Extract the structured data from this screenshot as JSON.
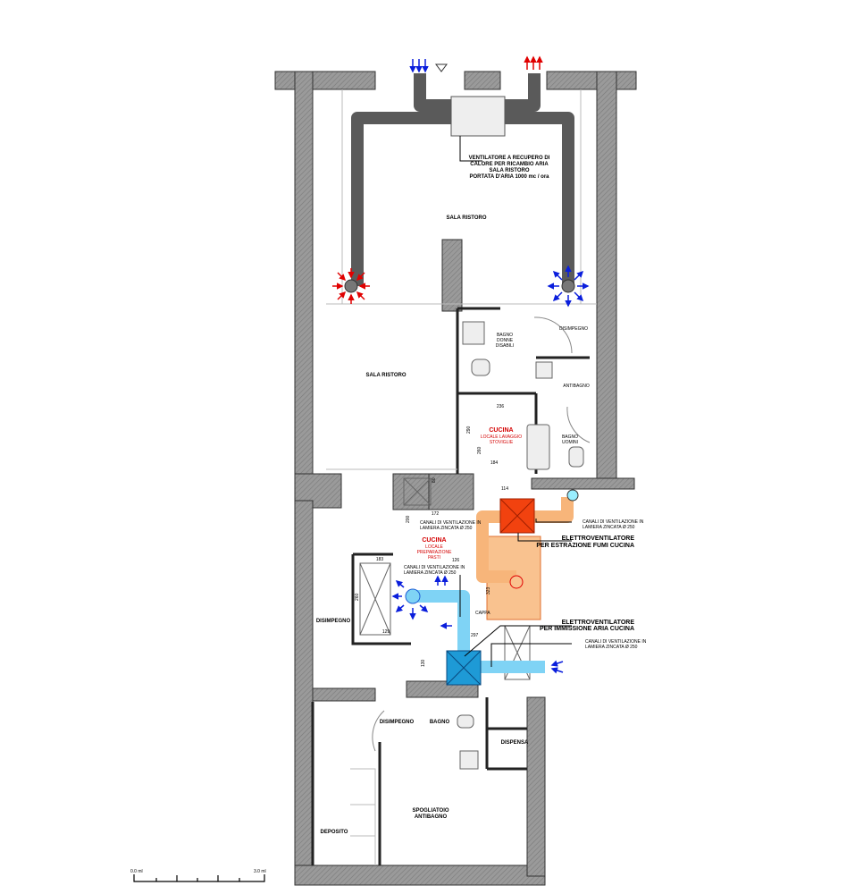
{
  "colors": {
    "wall": "#8c8c8c",
    "duct_gray": "#5a5a5a",
    "extraction_duct": "#f7b57a",
    "extraction_fan": "#f2420f",
    "supply_duct": "#7fd3f5",
    "supply_fan": "#1e9ad6",
    "arrow_blue": "#0a1edc",
    "arrow_red": "#e00000"
  },
  "annotations": {
    "heat_recovery": [
      "VENTILATORE A RECUPERO DI",
      "CALORE PER RICAMBIO ARIA",
      "SALA RISTORO",
      "PORTATA D'ARIA 1000 mc / ora"
    ],
    "duct_note_1": [
      "CANALI DI VENTILAZIONE IN",
      "LAMIERA ZINCATA Ø 250"
    ],
    "duct_note_2": [
      "CANALI DI VENTILAZIONE IN",
      "LAMIERA ZINCATA Ø 250"
    ],
    "duct_note_3": [
      "CANALI DI VENTILAZIONE IN",
      "LAMIERA ZINCATA Ø 250"
    ],
    "duct_note_4": [
      "CANALI DI VENTILAZIONE IN",
      "LAMIERA ZINCATA Ø 250"
    ],
    "extraction_fan": [
      "ELETTROVENTILATORE",
      "PER ESTRAZIONE FUMI CUCINA"
    ],
    "supply_fan": [
      "ELETTROVENTILATORE",
      "PER IMMISSIONE ARIA CUCINA"
    ],
    "hood": "CAPPA"
  },
  "rooms": {
    "sala_top": "SALA RISTORO",
    "sala_main": "SALA RISTORO",
    "bagno_donne": [
      "BAGNO",
      "DONNE",
      "DISABILI"
    ],
    "disimpegno_right": "DISIMPEGNO",
    "antibagno": "ANTIBAGNO",
    "bagno_uomini": [
      "BAGNO",
      "UOMINI"
    ],
    "cucina_lavaggio": [
      "CUCINA",
      "LOCALE LAVAGGIO",
      "STOVIGLIE"
    ],
    "cucina_preparazione": [
      "CUCINA",
      "LOCALE",
      "PREPARAZIONE",
      "PASTI"
    ],
    "disimpegno_left": "DISIMPEGNO",
    "disimpegno_bottom": "DISIMPEGNO",
    "bagno": "BAGNO",
    "dispensa": "DISPENSA",
    "spogliatoio": [
      "SPOGLIATOIO",
      "ANTIBAGNO"
    ],
    "deposito": "DEPOSITO"
  },
  "dimensions": {
    "d236": "236",
    "d184": "184",
    "d114": "114",
    "d172": "172",
    "d126": "126",
    "d183": "183",
    "d129": "129",
    "d260": "260",
    "d290": "290",
    "d260b": "260",
    "d200": "200",
    "d323": "323",
    "d297": "297",
    "d130": "130",
    "d80": "80"
  },
  "scale": {
    "start": "0.0 ml",
    "end": "3.0 ml"
  }
}
